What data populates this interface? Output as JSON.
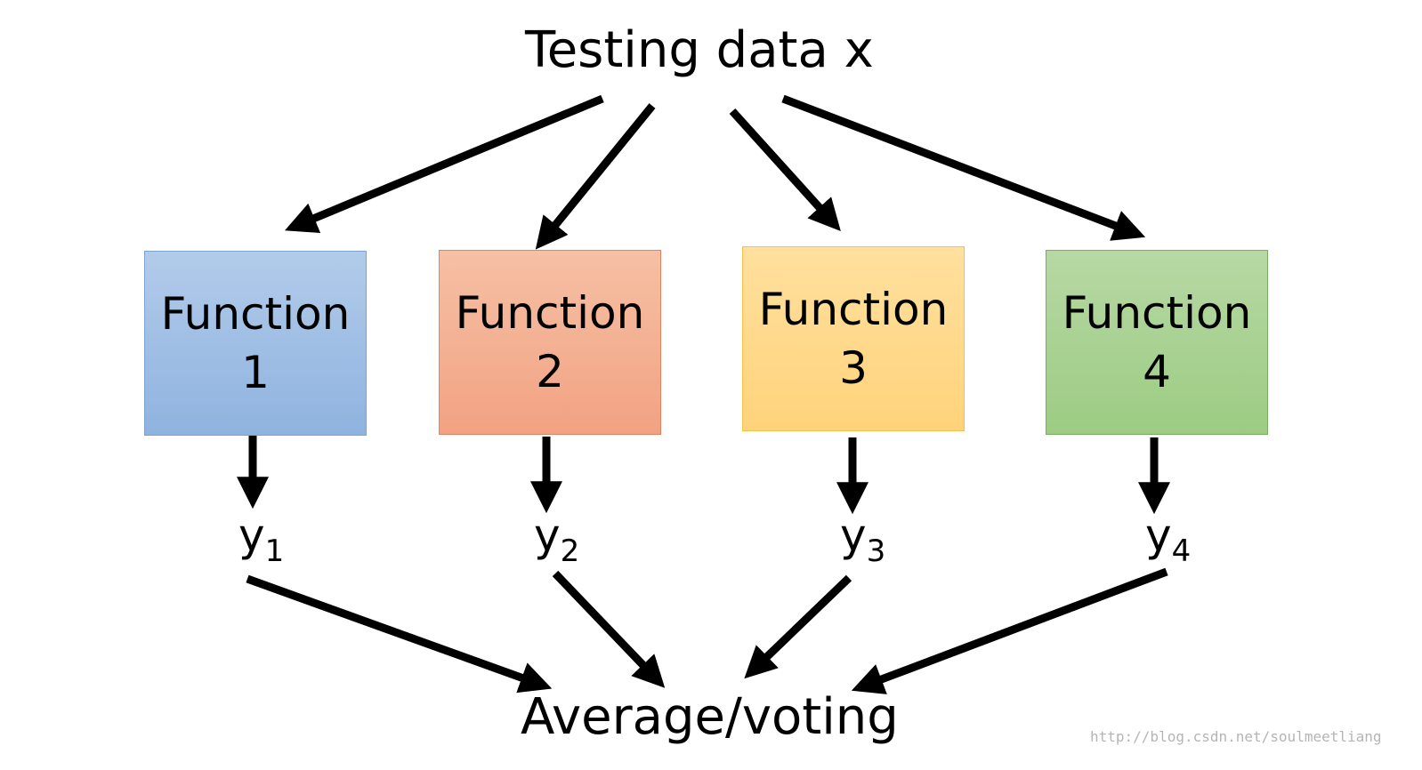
{
  "title": "Testing data x",
  "functions": [
    {
      "label": "Function",
      "number": "1",
      "color": "#9dbde4"
    },
    {
      "label": "Function",
      "number": "2",
      "color": "#f4af93"
    },
    {
      "label": "Function",
      "number": "3",
      "color": "#ffd98c"
    },
    {
      "label": "Function",
      "number": "4",
      "color": "#a9d293"
    }
  ],
  "outputs": [
    {
      "symbol": "y",
      "index": "1"
    },
    {
      "symbol": "y",
      "index": "2"
    },
    {
      "symbol": "y",
      "index": "3"
    },
    {
      "symbol": "y",
      "index": "4"
    }
  ],
  "result": "Average/voting",
  "watermark": "http://blog.csdn.net/soulmeetliang",
  "colors": {
    "arrow": "#000000",
    "background": "#ffffff"
  }
}
